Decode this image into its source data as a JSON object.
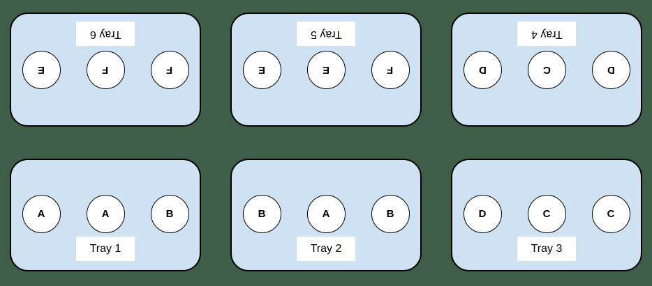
{
  "colors": {
    "background": "#3e5e48",
    "tray_fill": "#cfe2f3",
    "tray_border": "#000000",
    "circle_fill": "#ffffff",
    "label_background": "#ffffff",
    "text": "#000000"
  },
  "trays": [
    {
      "label": "Tray 6",
      "orientation": "upside-down",
      "slots": [
        "E",
        "F",
        "F"
      ]
    },
    {
      "label": "Tray 5",
      "orientation": "upside-down",
      "slots": [
        "E",
        "E",
        "F"
      ]
    },
    {
      "label": "Tray 4",
      "orientation": "upside-down",
      "slots": [
        "D",
        "C",
        "D"
      ]
    },
    {
      "label": "Tray 1",
      "orientation": "upright",
      "slots": [
        "A",
        "A",
        "B"
      ]
    },
    {
      "label": "Tray 2",
      "orientation": "upright",
      "slots": [
        "B",
        "A",
        "B"
      ]
    },
    {
      "label": "Tray 3",
      "orientation": "upright",
      "slots": [
        "D",
        "C",
        "C"
      ]
    }
  ]
}
